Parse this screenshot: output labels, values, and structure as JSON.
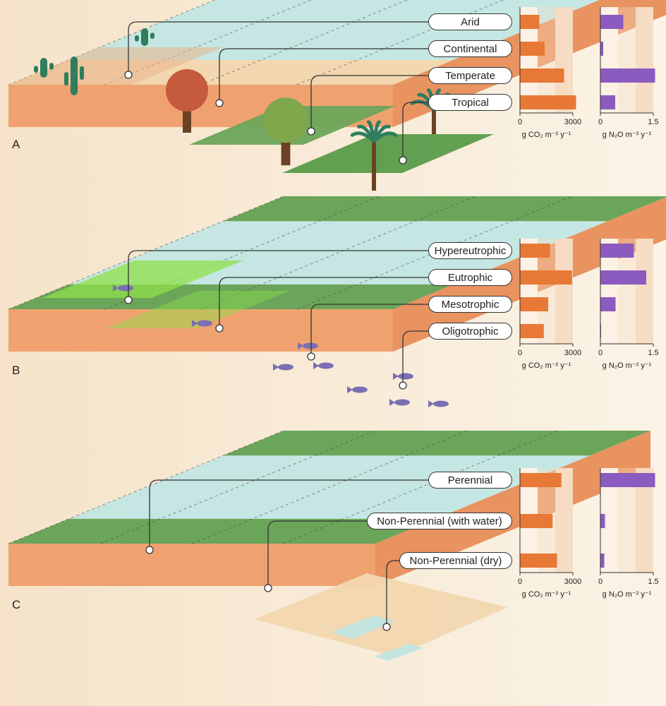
{
  "panels": [
    {
      "label": "A",
      "categories": [
        "Arid",
        "Continental",
        "Temperate",
        "Tropical"
      ],
      "co2": [
        1100,
        1400,
        2500,
        3250
      ],
      "n2o": [
        0.65,
        0.08,
        1.55,
        0.42
      ]
    },
    {
      "label": "B",
      "categories": [
        "Hypereutrophic",
        "Eutrophic",
        "Mesotrophic",
        "Oligotrophic"
      ],
      "co2": [
        1700,
        2950,
        1600,
        1350
      ],
      "n2o": [
        0.95,
        1.3,
        0.43,
        0.02
      ]
    },
    {
      "label": "C",
      "categories": [
        "Perennial",
        "Non-Perennial (with water)",
        "Non-Perennial (dry)"
      ],
      "co2": [
        2350,
        1850,
        2100
      ],
      "n2o": [
        1.55,
        0.13,
        0.11
      ]
    }
  ],
  "axes": {
    "co2_label": "g CO₂ m⁻² y⁻¹",
    "n2o_label": "g N₂O m⁻² y⁻¹",
    "co2_max": 3000,
    "n2o_max": 1.5,
    "co2_ticks": [
      "0",
      "3000"
    ],
    "n2o_ticks": [
      "0",
      "1.5"
    ]
  },
  "colors": {
    "co2": "#e87835",
    "n2o": "#8b5bbf",
    "band": "#f5dcc2",
    "grass": "#6ba55a",
    "water": "#bfe6e3",
    "soil": "#efa26f",
    "sand": "#f2d7b0",
    "algae": "#8fe04a"
  }
}
